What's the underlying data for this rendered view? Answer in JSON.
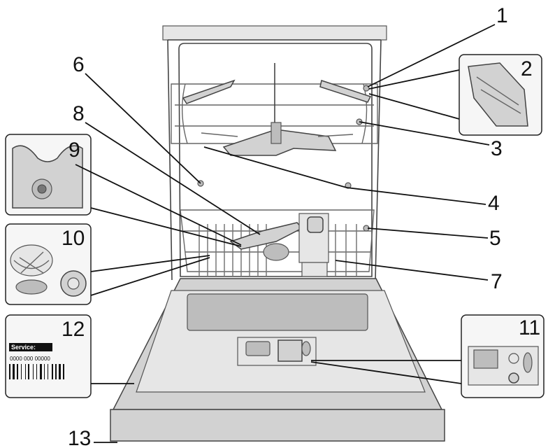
{
  "callouts": [
    {
      "id": "1",
      "label": "1"
    },
    {
      "id": "2",
      "label": "2"
    },
    {
      "id": "3",
      "label": "3"
    },
    {
      "id": "4",
      "label": "4"
    },
    {
      "id": "5",
      "label": "5"
    },
    {
      "id": "6",
      "label": "6"
    },
    {
      "id": "7",
      "label": "7"
    },
    {
      "id": "8",
      "label": "8"
    },
    {
      "id": "9",
      "label": "9"
    },
    {
      "id": "10",
      "label": "10"
    },
    {
      "id": "11",
      "label": "11"
    },
    {
      "id": "12",
      "label": "12"
    },
    {
      "id": "13",
      "label": "13"
    }
  ],
  "rating_label": {
    "service_label": "Service:",
    "number": "0000 000 00000"
  },
  "colors": {
    "line": "#111111",
    "body_grey": "#d2d2d2",
    "inset_bg": "#f6f6f6"
  }
}
